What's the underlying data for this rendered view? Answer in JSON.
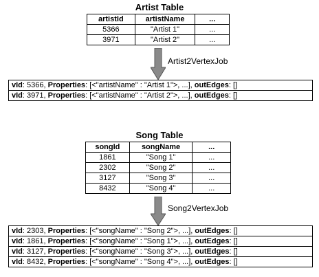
{
  "artist": {
    "title": "Artist Table",
    "headers": [
      "artistId",
      "artistName",
      "..."
    ],
    "rows": [
      [
        "5366",
        "\"Artist 1\"",
        "..."
      ],
      [
        "3971",
        "\"Artist 2\"",
        "..."
      ]
    ],
    "job": "Artist2VertexJob",
    "vertices": [
      {
        "vid": "5366",
        "prop": "[<\"artistName\" : \"Artist 1\">, ...],",
        "edges": "[]"
      },
      {
        "vid": "3971",
        "prop": "[<\"artistName\" : \"Artist 2\">, ...],",
        "edges": "[]"
      }
    ]
  },
  "song": {
    "title": "Song Table",
    "headers": [
      "songId",
      "songName",
      "..."
    ],
    "rows": [
      [
        "1861",
        "\"Song 1\"",
        "..."
      ],
      [
        "2302",
        "\"Song 2\"",
        "..."
      ],
      [
        "3127",
        "\"Song 3\"",
        "..."
      ],
      [
        "8432",
        "\"Song 4\"",
        "..."
      ]
    ],
    "job": "Song2VertexJob",
    "vertices": [
      {
        "vid": "2303",
        "prop": "[<\"songName\" : \"Song 2\">, ...],",
        "edges": "[]"
      },
      {
        "vid": "1861",
        "prop": "[<\"songName\" : \"Song 1\">, ...],",
        "edges": "[]"
      },
      {
        "vid": "3127",
        "prop": "[<\"songName\" : \"Song 3\">, ...],",
        "edges": "[]"
      },
      {
        "vid": "8432",
        "prop": "[<\"songName\" : \"Song 4\">, ...],",
        "edges": "[]"
      }
    ]
  },
  "labels": {
    "vid": "vId",
    "properties": "Properties",
    "outEdges": "outEdges"
  },
  "colors": {
    "arrow": "#8a8a8a",
    "arrow_stroke": "#555555"
  }
}
